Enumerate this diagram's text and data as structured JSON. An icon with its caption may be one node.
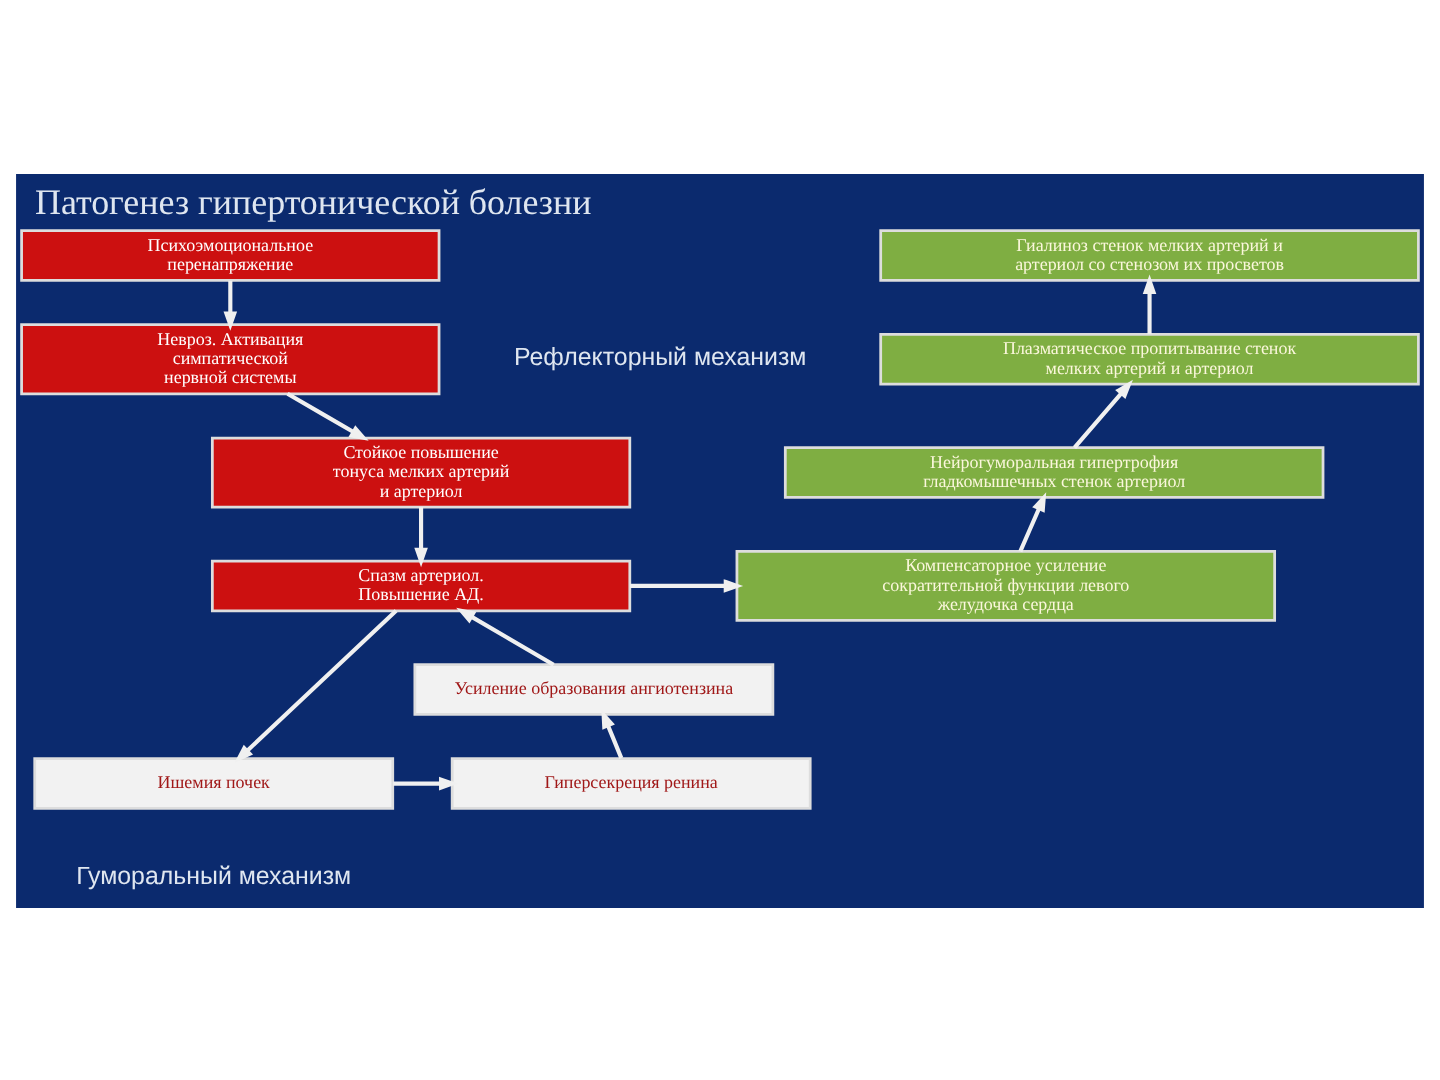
{
  "diagram": {
    "title": "Патогенез гипертонической болезни",
    "nodes": [
      {
        "text": [
          "Психоэмоциональное перенапряжение"
        ]
      },
      {
        "text": [
          "Невроз. Активация симпатической нервной системы"
        ]
      },
      {
        "text": [
          "Стойкое повышение тонуса мелких артерий и артериол"
        ]
      },
      {
        "text": [
          "Спазм артериол. Повышение АД."
        ]
      },
      {
        "text": [
          "Гиалиноз стенок мелких артерий и артериол со стенозом их просветов"
        ]
      },
      {
        "text": [
          "Плазматическое пропитывание стенок мелких артерий и артериол"
        ]
      },
      {
        "text": [
          "Нейрогуморальная гипертрофия гладкомышечных стенок артериол"
        ]
      },
      {
        "text": [
          "Компенсаторное усиление сократительной функции левого желудочка сердца"
        ]
      },
      {
        "text": [
          "Усиление образования ангиотензина"
        ]
      },
      {
        "text": [
          "Ишемия почек"
        ]
      },
      {
        "text": [
          "Гиперсекреция ренина"
        ]
      }
    ],
    "edges": [
      {
        "from": 0,
        "to": 1,
        "arrow": "to"
      },
      {
        "from": 1,
        "to": 2,
        "arrow": "to"
      },
      {
        "from": 2,
        "to": 3,
        "arrow": "to"
      },
      {
        "from": 3,
        "to": 7,
        "arrow": "to"
      },
      {
        "from": 7,
        "to": 6,
        "arrow": "to"
      },
      {
        "from": 6,
        "to": 5,
        "arrow": "to"
      },
      {
        "from": 5,
        "to": 4,
        "arrow": "to"
      },
      {
        "from": 3,
        "to": 9,
        "arrow": "to"
      },
      {
        "from": 9,
        "to": 10,
        "arrow": "to"
      },
      {
        "from": 10,
        "to": 8,
        "arrow": "to"
      },
      {
        "from": 8,
        "to": 3,
        "arrow": "to"
      }
    ],
    "labels": [
      "Рефлекторный механизм",
      "Гуморальный механизм"
    ]
  }
}
